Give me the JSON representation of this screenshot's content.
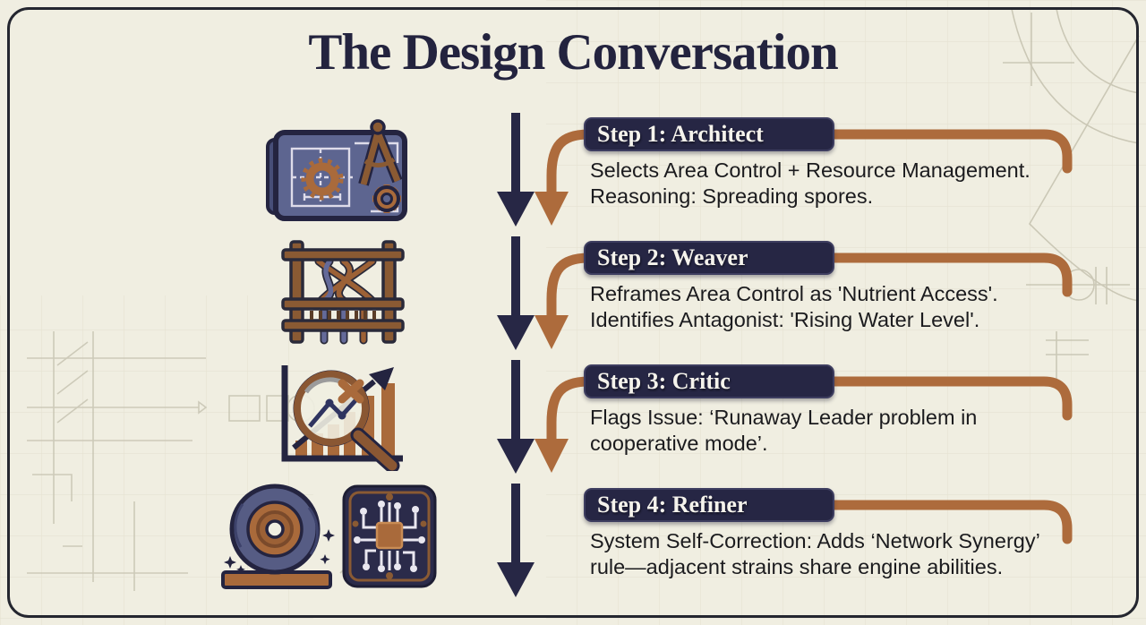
{
  "title": "The Design Conversation",
  "steps": [
    {
      "label": "Step 1: Architect",
      "line1": "Selects Area Control + Resource Management.",
      "line2": "Reasoning: Spreading spores.",
      "icon": "blueprint-compass-icon"
    },
    {
      "label": "Step 2: Weaver",
      "line1": "Reframes Area Control as 'Nutrient Access'.",
      "line2": "Identifies Antagonist: 'Rising Water Level'.",
      "icon": "loom-weave-icon"
    },
    {
      "label": "Step 3: Critic",
      "line1": "Flags Issue: ‘Runaway Leader problem in",
      "line2": "cooperative mode’.",
      "icon": "chart-magnifier-icon"
    },
    {
      "label": "Step 4: Refiner",
      "line1": "System Self-Correction: Adds ‘Network Synergy’",
      "line2": "rule—adjacent strains share engine abilities.",
      "icon": "grindstone-and-circuit-chip-icons"
    }
  ],
  "icons": {
    "step1": "blueprint-compass-icon",
    "step2": "loom-weave-icon",
    "step3": "chart-magnifier-icon",
    "step4a": "grindstone-icon",
    "step4b": "circuit-chip-icon"
  },
  "colors": {
    "background": "#f0eee1",
    "navy": "#262644",
    "rust": "#ad6b3c",
    "slate_blue": "#5d6590",
    "body_text": "#1b1b1e"
  }
}
